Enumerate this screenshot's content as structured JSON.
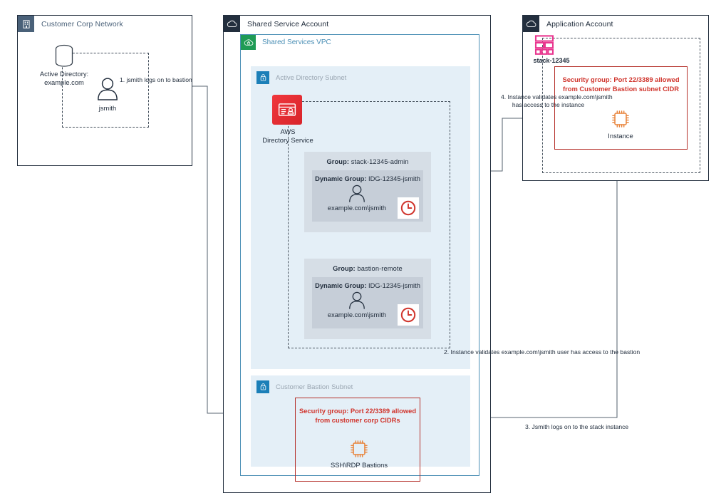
{
  "diagram": {
    "title": "AWS Active Directory bastion access flow",
    "colors": {
      "aws_navy": "#232f3e",
      "vpc_green": "#1f9b55",
      "subnet_blue": "#1b7fb8",
      "vpc_border": "#4b8fb5",
      "subnet_fill": "#e4eff7",
      "group_outer": "#d6dee6",
      "group_inner": "#c6ced8",
      "security_red": "#d0342c",
      "security_border": "#b5302a",
      "directory_red": "#e8242a",
      "stack_pink": "#e9368f",
      "instance_orange": "#e8833a",
      "corp_slate": "#4a6179"
    }
  },
  "corp_network": {
    "title": "Customer Corp Network",
    "icon": "building-icon",
    "directory": {
      "icon": "database-cylinder-icon",
      "label_line1": "Active Directory:",
      "label_line2": "example.com"
    },
    "user": {
      "icon": "user-person-icon",
      "label": "jsmith"
    }
  },
  "shared_service_account": {
    "title": "Shared Service Account",
    "icon": "cloud-account-icon",
    "vpc": {
      "title": "Shared Services VPC",
      "icon": "vpc-cloud-lock-icon"
    },
    "ad_subnet": {
      "title": "Active Directory Subnet",
      "icon": "subnet-padlock-icon",
      "directory_service": {
        "icon": "aws-directory-service-icon",
        "label_line1": "AWS",
        "label_line2": "Directory Service"
      },
      "groups": [
        {
          "group_prefix": "Group:",
          "group_name": "stack-12345-admin",
          "dynamic_prefix": "Dynamic Group:",
          "dynamic_name": "IDG-12345-jsmith",
          "user_icon": "user-person-icon",
          "user_label": "example.com\\jsmith",
          "clock_icon": "clock-icon"
        },
        {
          "group_prefix": "Group:",
          "group_name": "bastion-remote",
          "dynamic_prefix": "Dynamic Group:",
          "dynamic_name": "IDG-12345-jsmith",
          "user_icon": "user-person-icon",
          "user_label": "example.com\\jsmith",
          "clock_icon": "clock-icon"
        }
      ]
    },
    "bastion_subnet": {
      "title": "Customer Bastion Subnet",
      "icon": "subnet-padlock-icon",
      "security_group": {
        "line1": "Security group: Port 22/3389 allowed",
        "line2": "from customer corp CIDRs"
      },
      "bastion": {
        "icon": "ec2-instance-chip-icon",
        "label": "SSH\\RDP Bastions"
      }
    }
  },
  "application_account": {
    "title": "Application Account",
    "icon": "cloud-account-icon",
    "stack": {
      "icon": "cloudformation-stack-icon",
      "label": "stack-12345"
    },
    "security_group": {
      "line1": "Security group: Port 22/3389 allowed",
      "line2": "from Customer Bastion subnet CIDR"
    },
    "instance": {
      "icon": "ec2-instance-chip-icon",
      "label": "Instance"
    }
  },
  "flow_steps": [
    {
      "id": "step-1",
      "text": "1. jsmith logs on to bastion"
    },
    {
      "id": "step-2",
      "text": "2. Instance validates example.com\\jsmith user has access to the bastion"
    },
    {
      "id": "step-3",
      "text": "3. Jsmith logs on to the stack instance"
    },
    {
      "id": "step-4-line1",
      "text": "4. Instance validates example.com\\jsmith"
    },
    {
      "id": "step-4-line2",
      "text": "has access to the instance"
    }
  ]
}
